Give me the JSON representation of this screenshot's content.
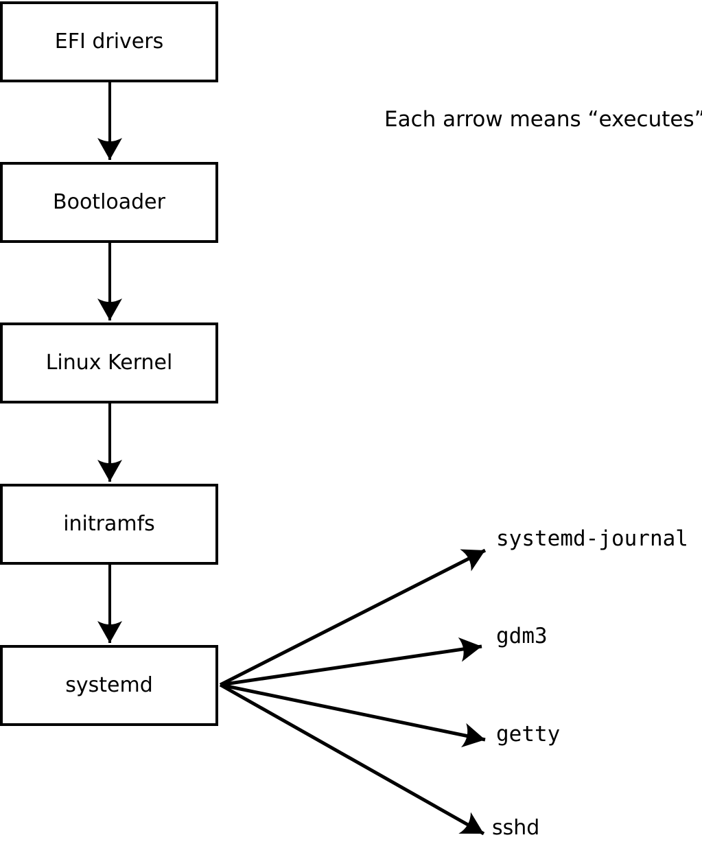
{
  "diagram": {
    "caption": "Each arrow means “executes”.",
    "arrow_relation": "executes",
    "chain_nodes": [
      {
        "id": "efi-drivers",
        "label": "EFI drivers"
      },
      {
        "id": "bootloader",
        "label": "Bootloader"
      },
      {
        "id": "linux-kernel",
        "label": "Linux Kernel"
      },
      {
        "id": "initramfs",
        "label": "initramfs"
      },
      {
        "id": "systemd",
        "label": "systemd"
      }
    ],
    "spawned_processes": [
      {
        "id": "systemd-journal",
        "label": "systemd-journal"
      },
      {
        "id": "gdm3",
        "label": "gdm3"
      },
      {
        "id": "getty",
        "label": "getty"
      },
      {
        "id": "sshd",
        "label": "sshd"
      }
    ],
    "edges": [
      {
        "from": "EFI drivers",
        "to": "Bootloader",
        "relation": "executes"
      },
      {
        "from": "Bootloader",
        "to": "Linux Kernel",
        "relation": "executes"
      },
      {
        "from": "Linux Kernel",
        "to": "initramfs",
        "relation": "executes"
      },
      {
        "from": "initramfs",
        "to": "systemd",
        "relation": "executes"
      },
      {
        "from": "systemd",
        "to": "systemd-journal",
        "relation": "executes"
      },
      {
        "from": "systemd",
        "to": "gdm3",
        "relation": "executes"
      },
      {
        "from": "systemd",
        "to": "getty",
        "relation": "executes"
      },
      {
        "from": "systemd",
        "to": "sshd",
        "relation": "executes"
      }
    ],
    "colors": {
      "background": "#ffffff",
      "box_fill": "#ffffff",
      "line": "#000000",
      "text": "#000000"
    }
  }
}
